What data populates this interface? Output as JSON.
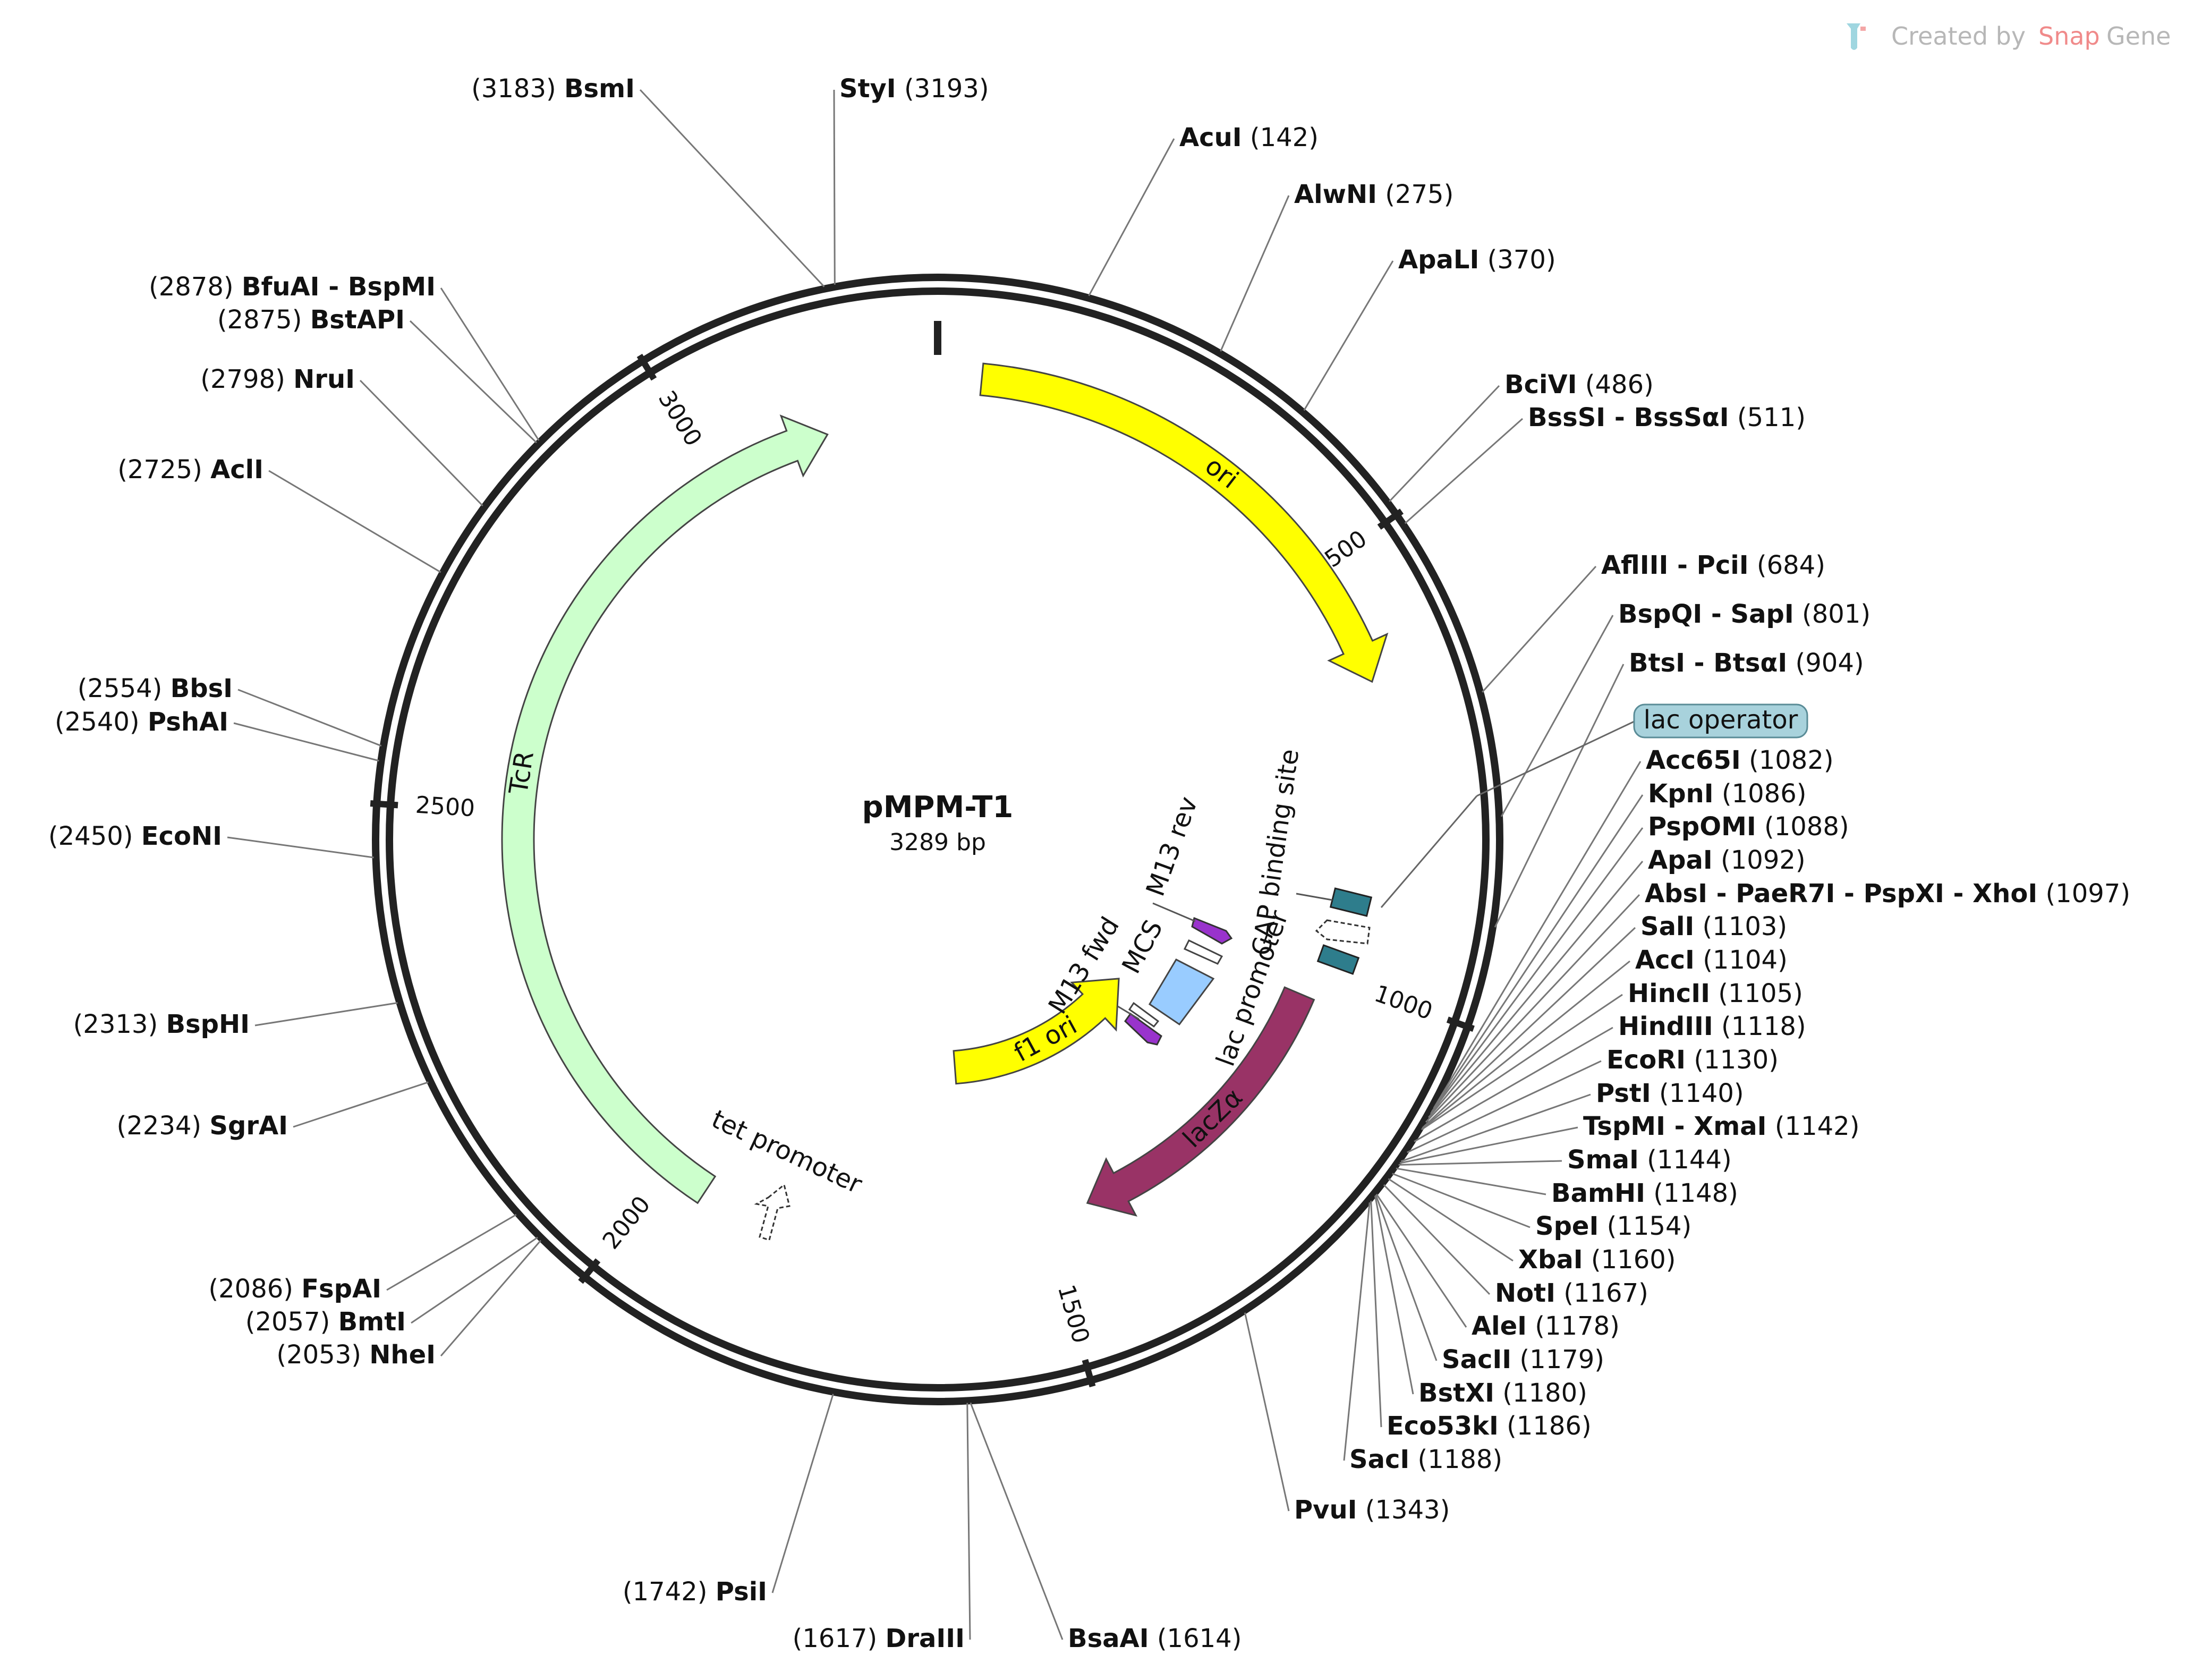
{
  "brand": {
    "prefix": "Created by ",
    "name_a": "Snap",
    "name_b": "Gene",
    "icon": "snapgene-logo-icon"
  },
  "plasmid": {
    "name": "pMPM-T1",
    "size_label": "3289 bp",
    "length": 3289
  },
  "colors": {
    "ori": "#ffff00",
    "TcR": "#ccffcc",
    "lacZa": "#993366",
    "MCS": "#99ccff",
    "primer": "#9933cc",
    "lac_operator": "#a8d2dc",
    "cap_site": "#2e7d8c"
  },
  "ticks": [
    {
      "pos": 500,
      "label": "500"
    },
    {
      "pos": 1000,
      "label": "1000"
    },
    {
      "pos": 1500,
      "label": "1500"
    },
    {
      "pos": 2000,
      "label": "2000"
    },
    {
      "pos": 2500,
      "label": "2500"
    },
    {
      "pos": 3000,
      "label": "3000"
    }
  ],
  "features": [
    {
      "name": "ori",
      "label": "ori",
      "start": 50,
      "end": 640,
      "dir": 1,
      "track": 1,
      "color": "#ffff00",
      "textcolor": "#111111"
    },
    {
      "name": "lacZa",
      "label": "lacZα",
      "start": 1033,
      "end": 1440,
      "dir": 1,
      "track": 2,
      "color": "#993366",
      "textcolor": "#ffffff"
    },
    {
      "name": "f1-ori",
      "label": "f1 ori",
      "start": 1165,
      "end": 1605,
      "dir": -1,
      "track": 3,
      "color": "#ffff00",
      "textcolor": "#111111"
    },
    {
      "name": "TcR",
      "label": "TcR",
      "start": 1950,
      "end": 3150,
      "dir": 1,
      "track": 2,
      "color": "#ccffcc",
      "textcolor": "#111111"
    }
  ],
  "small_features": {
    "m13_rev": "M13 rev",
    "mcs": "MCS",
    "m13_fwd": "M13 fwd",
    "cap_site": "CAP binding site",
    "lac_promoter": "lac promoter",
    "tet_promoter": "tet promoter",
    "lac_operator": "lac operator"
  },
  "sites": [
    {
      "pos": 3183,
      "name": "BsmI",
      "num": "(3183)"
    },
    {
      "pos": 3193,
      "name": "StyI",
      "num": "(3193)"
    },
    {
      "pos": 142,
      "name": "AcuI",
      "num": "(142)"
    },
    {
      "pos": 275,
      "name": "AlwNI",
      "num": "(275)"
    },
    {
      "pos": 370,
      "name": "ApaLI",
      "num": "(370)"
    },
    {
      "pos": 486,
      "name": "BciVI",
      "num": "(486)"
    },
    {
      "pos": 511,
      "name": "BssSI - BssSαI",
      "num": "(511)"
    },
    {
      "pos": 684,
      "name": "AflIII - PciI",
      "num": "(684)"
    },
    {
      "pos": 801,
      "name": "BspQI - SapI",
      "num": "(801)"
    },
    {
      "pos": 904,
      "name": "BtsI - BtsαI",
      "num": "(904)"
    },
    {
      "pos": 1082,
      "name": "Acc65I",
      "num": "(1082)"
    },
    {
      "pos": 1086,
      "name": "KpnI",
      "num": "(1086)"
    },
    {
      "pos": 1088,
      "name": "PspOMI",
      "num": "(1088)"
    },
    {
      "pos": 1092,
      "name": "ApaI",
      "num": "(1092)"
    },
    {
      "pos": 1097,
      "name": "AbsI - PaeR7I - PspXI - XhoI",
      "num": "(1097)"
    },
    {
      "pos": 1103,
      "name": "SalI",
      "num": "(1103)"
    },
    {
      "pos": 1104,
      "name": "AccI",
      "num": "(1104)"
    },
    {
      "pos": 1105,
      "name": "HincII",
      "num": "(1105)"
    },
    {
      "pos": 1118,
      "name": "HindIII",
      "num": "(1118)"
    },
    {
      "pos": 1130,
      "name": "EcoRI",
      "num": "(1130)"
    },
    {
      "pos": 1140,
      "name": "PstI",
      "num": "(1140)"
    },
    {
      "pos": 1142,
      "name": "TspMI - XmaI",
      "num": "(1142)"
    },
    {
      "pos": 1144,
      "name": "SmaI",
      "num": "(1144)"
    },
    {
      "pos": 1148,
      "name": "BamHI",
      "num": "(1148)"
    },
    {
      "pos": 1154,
      "name": "SpeI",
      "num": "(1154)"
    },
    {
      "pos": 1160,
      "name": "XbaI",
      "num": "(1160)"
    },
    {
      "pos": 1167,
      "name": "NotI",
      "num": "(1167)"
    },
    {
      "pos": 1178,
      "name": "AleI",
      "num": "(1178)"
    },
    {
      "pos": 1179,
      "name": "SacII",
      "num": "(1179)"
    },
    {
      "pos": 1180,
      "name": "BstXI",
      "num": "(1180)"
    },
    {
      "pos": 1186,
      "name": "Eco53kI",
      "num": "(1186)"
    },
    {
      "pos": 1188,
      "name": "SacI",
      "num": "(1188)"
    },
    {
      "pos": 1343,
      "name": "PvuI",
      "num": "(1343)"
    },
    {
      "pos": 1614,
      "name": "BsaAI",
      "num": "(1614)"
    },
    {
      "pos": 1617,
      "name": "DraIII",
      "num": "(1617)"
    },
    {
      "pos": 1742,
      "name": "PsiI",
      "num": "(1742)"
    },
    {
      "pos": 2053,
      "name": "NheI",
      "num": "(2053)"
    },
    {
      "pos": 2057,
      "name": "BmtI",
      "num": "(2057)"
    },
    {
      "pos": 2086,
      "name": "FspAI",
      "num": "(2086)"
    },
    {
      "pos": 2234,
      "name": "SgrAI",
      "num": "(2234)"
    },
    {
      "pos": 2313,
      "name": "BspHI",
      "num": "(2313)"
    },
    {
      "pos": 2450,
      "name": "EcoNI",
      "num": "(2450)"
    },
    {
      "pos": 2540,
      "name": "PshAI",
      "num": "(2540)"
    },
    {
      "pos": 2554,
      "name": "BbsI",
      "num": "(2554)"
    },
    {
      "pos": 2725,
      "name": "AclI",
      "num": "(2725)"
    },
    {
      "pos": 2798,
      "name": "NruI",
      "num": "(2798)"
    },
    {
      "pos": 2875,
      "name": "BstAPI",
      "num": "(2875)"
    },
    {
      "pos": 2878,
      "name": "BfuAI - BspMI",
      "num": "(2878)"
    }
  ]
}
